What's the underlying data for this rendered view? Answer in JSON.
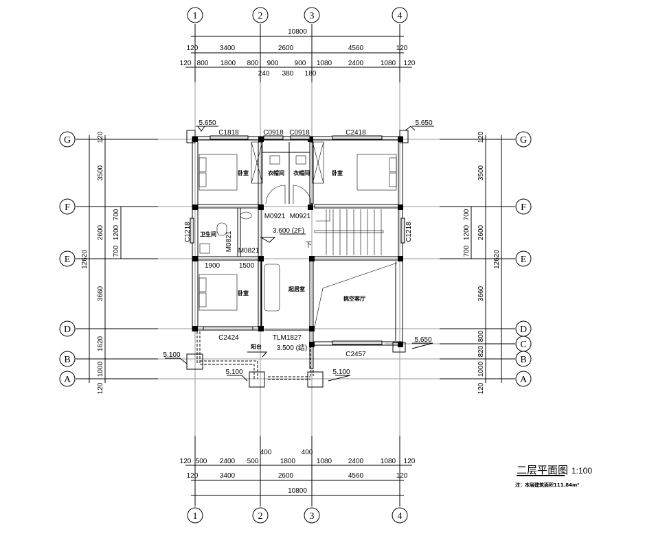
{
  "axes": {
    "cols": [
      "1",
      "2",
      "3",
      "4"
    ],
    "rows_left": [
      "G",
      "F",
      "E",
      "D",
      "B",
      "A"
    ],
    "rows_right": [
      "G",
      "F",
      "E",
      "D",
      "C",
      "B",
      "A"
    ]
  },
  "top_dims": {
    "total": "10800",
    "row2": [
      "120",
      "3400",
      "2600",
      "4560",
      "120"
    ],
    "row3": [
      "120",
      "800",
      "1800",
      "800",
      "900",
      "900",
      "1080",
      "2400",
      "1080",
      "120"
    ],
    "row3_below": [
      "240",
      "380",
      "180"
    ]
  },
  "bottom_dims": {
    "total": "10800",
    "row1": [
      "120",
      "500",
      "2400",
      "500",
      "1800",
      "1080",
      "2400",
      "1080",
      "120"
    ],
    "row1_above": [
      "400",
      "400"
    ],
    "row2": [
      "120",
      "3400",
      "2600",
      "4560",
      "120"
    ]
  },
  "left_dims": {
    "total": "12620",
    "main": [
      "120",
      "3500",
      "2600",
      "3660",
      "1620",
      "1000",
      "120"
    ],
    "sub": [
      "700",
      "1200",
      "700"
    ]
  },
  "right_dims": {
    "total": "12620",
    "main": [
      "120",
      "3500",
      "2600",
      "3660",
      "800",
      "820",
      "1000",
      "120"
    ],
    "sub": [
      "700",
      "1200",
      "700"
    ]
  },
  "rooms": {
    "bed1": "卧室",
    "closet1": "衣帽间",
    "closet2": "衣帽间",
    "bed2": "卧室",
    "bath": "卫生间",
    "bed3": "卧室",
    "living": "起居室",
    "void_hall": "挑空客厅",
    "balcony": "阳台"
  },
  "windows": {
    "w1": "C1818",
    "w2": "C0918",
    "w3": "C0918",
    "w4": "C2418",
    "w5": "C1218",
    "w6": "C1218",
    "w7": "C2424",
    "w8": "C2457",
    "w9": "TLM1827"
  },
  "doors": {
    "d1": "M0921",
    "d2": "M0921",
    "d3": "M0821",
    "d4": "M0821"
  },
  "elevations": {
    "e1": "5.650",
    "e2": "5.650",
    "e3": "3.600 (2F)",
    "e4": "3.500 (结)",
    "e5": "5.100",
    "e6": "5.100",
    "e7": "5.100",
    "e8": "5.650"
  },
  "inner_dims": {
    "a": "1900",
    "b": "1500"
  },
  "stair_label": "下",
  "title": {
    "name": "二层平面图",
    "scale": "1:100",
    "note": "注：本层建筑面积111.84m²"
  }
}
